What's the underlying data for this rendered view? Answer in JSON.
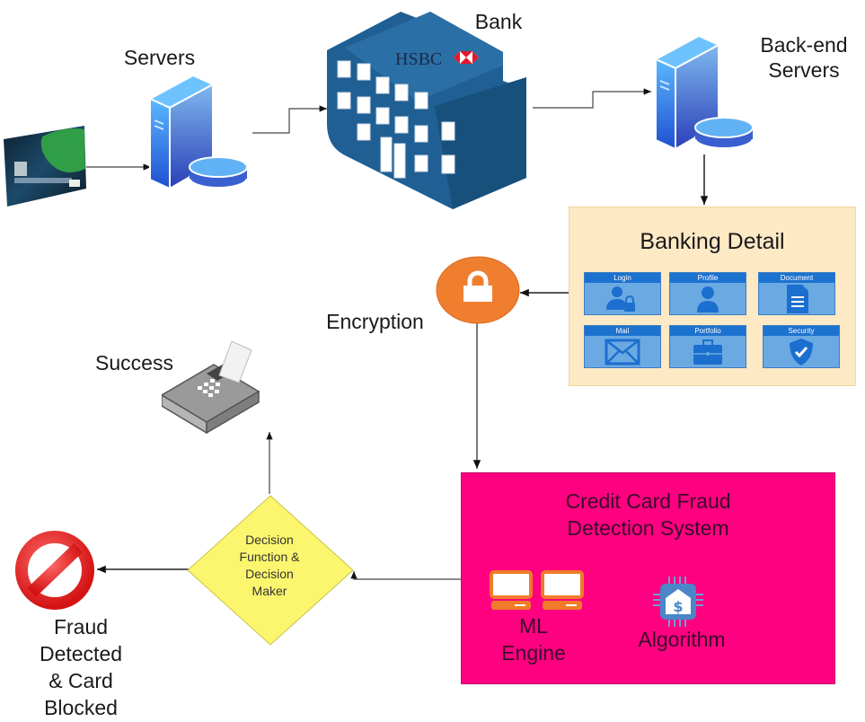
{
  "diagram": {
    "nodes": {
      "card": {
        "label": "",
        "icon": "credit-card-icon"
      },
      "servers": {
        "label": "Servers",
        "icon": "server-icon"
      },
      "bank": {
        "label": "Bank",
        "brand": "HSBC",
        "icon": "bank-building-icon"
      },
      "backend": {
        "label_line1": "Back-end",
        "label_line2": "Servers",
        "icon": "server-icon"
      },
      "banking_detail": {
        "title": "Banking Detail",
        "tiles": [
          {
            "label": "Login",
            "icon": "user-lock-icon"
          },
          {
            "label": "Profile",
            "icon": "user-icon"
          },
          {
            "label": "Document",
            "icon": "document-icon"
          },
          {
            "label": "Mail",
            "icon": "mail-icon"
          },
          {
            "label": "Portfolio",
            "icon": "briefcase-icon"
          },
          {
            "label": "Security",
            "icon": "shield-check-icon"
          }
        ]
      },
      "encryption": {
        "label": "Encryption",
        "icon": "lock-icon"
      },
      "ccfd": {
        "title_line1": "Credit Card Fraud",
        "title_line2": "Detection System",
        "ml_line1": "ML",
        "ml_line2": "Engine",
        "algorithm": "Algorithm",
        "ml_icon": "computers-icon",
        "algorithm_icon": "chip-bank-dollar-icon"
      },
      "decision": {
        "line1": "Decision",
        "line2": "Function &",
        "line3": "Decision",
        "line4": "Maker"
      },
      "success": {
        "label": "Success",
        "icon": "payment-terminal-icon"
      },
      "fraud": {
        "line1": "Fraud",
        "line2": "Detected",
        "line3": "& Card",
        "line4": "Blocked",
        "icon": "prohibited-icon"
      }
    },
    "edges": [
      {
        "from": "card",
        "to": "servers"
      },
      {
        "from": "servers",
        "to": "bank"
      },
      {
        "from": "bank",
        "to": "backend"
      },
      {
        "from": "backend",
        "to": "banking_detail"
      },
      {
        "from": "banking_detail",
        "to": "encryption"
      },
      {
        "from": "encryption",
        "to": "ccfd"
      },
      {
        "from": "ccfd",
        "to": "decision"
      },
      {
        "from": "decision",
        "to": "success"
      },
      {
        "from": "decision",
        "to": "fraud"
      }
    ],
    "colors": {
      "ccfd_fill": "#fe0080",
      "banking_detail_fill": "#fde9c4",
      "decision_fill": "#ffff66",
      "encryption_fill": "#ef7f2f",
      "tile_fill": "#6aa9e2",
      "tile_header": "#1c72cf"
    }
  }
}
